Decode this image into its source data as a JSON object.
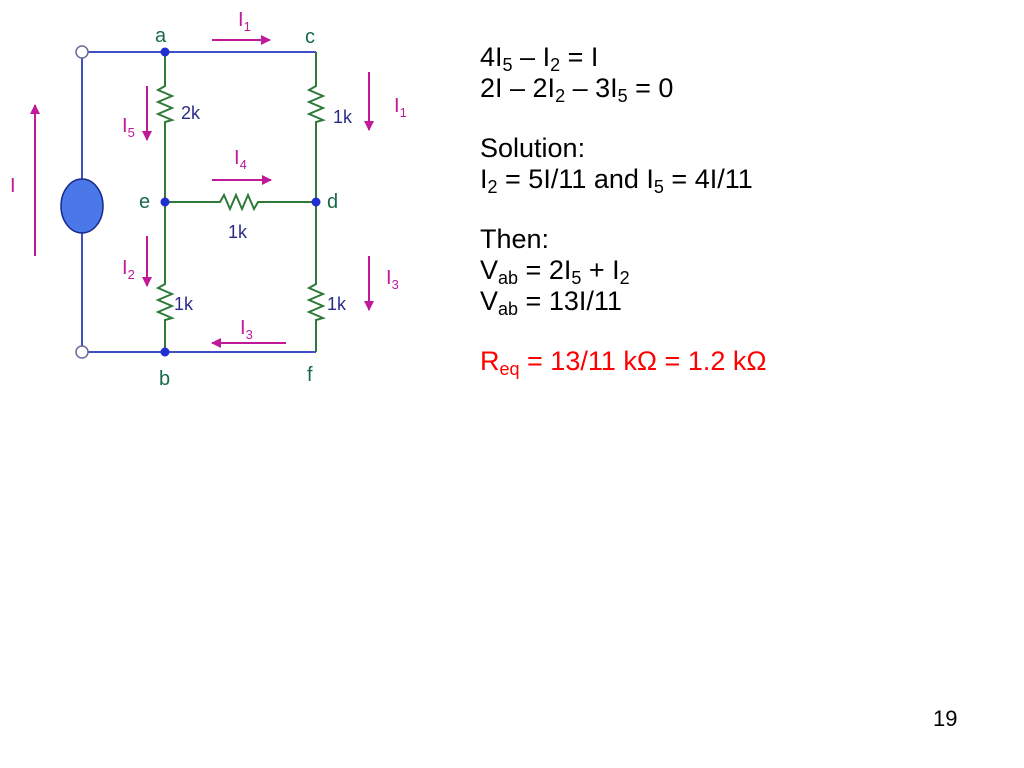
{
  "colors": {
    "wire_blue": "#3f4fc8",
    "wire_green": "#2f7a3a",
    "arrow_magenta": "#c01a9a",
    "node_dot": "#1f2fd0",
    "source_fill": "#4a78e8",
    "result_red": "#ff0000"
  },
  "circuit": {
    "nodes": {
      "a": "a",
      "b": "b",
      "c": "c",
      "d": "d",
      "e": "e",
      "f": "f"
    },
    "resistors": {
      "ae": "2k",
      "cd": "1k",
      "ed": "1k",
      "eb": "1k",
      "df": "1k"
    },
    "currents": {
      "source": {
        "base": "I",
        "sub": ""
      },
      "ac": {
        "base": "I",
        "sub": "1"
      },
      "cd": {
        "base": "I",
        "sub": "1"
      },
      "ae": {
        "base": "I",
        "sub": "5"
      },
      "ed": {
        "base": "I",
        "sub": "4"
      },
      "eb": {
        "base": "I",
        "sub": "2"
      },
      "df": {
        "base": "I",
        "sub": "3"
      },
      "fb": {
        "base": "I",
        "sub": "3"
      }
    }
  },
  "equations": {
    "eq1": {
      "p1": "4I",
      "s1": "5",
      "p2": " – I",
      "s2": "2",
      "p3": " = I"
    },
    "eq2": {
      "p1": "2I – 2I",
      "s1": "2",
      "p2": " – 3I",
      "s2": "5",
      "p3": " = 0"
    },
    "solution_label": "Solution:",
    "sol": {
      "p1": "I",
      "s1": "2",
      "p2": " = 5I/11 and I",
      "s2": "5",
      "p3": " = 4I/11"
    },
    "then_label": "Then:",
    "vab1": {
      "p1": "V",
      "s1": "ab",
      "p2": " = 2I",
      "s2": "5",
      "p3": " + I",
      "s3": "2"
    },
    "vab2": {
      "p1": "V",
      "s1": "ab",
      "p2": " = 13I/11"
    },
    "req": {
      "p1": "R",
      "s1": "eq",
      "p2": " = 13/11 kΩ = 1.2 kΩ"
    }
  },
  "slide_number": "19"
}
